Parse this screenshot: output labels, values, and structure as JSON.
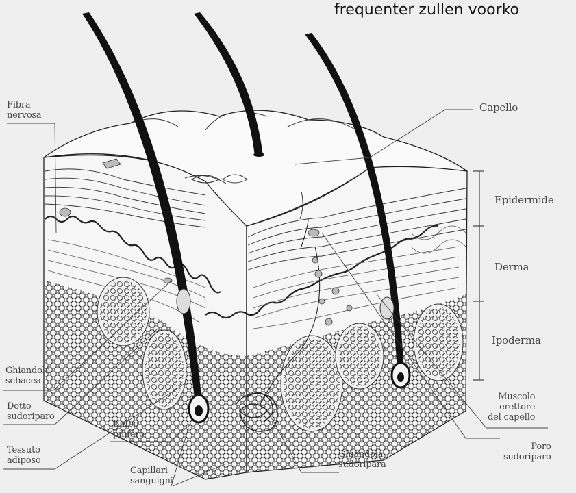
{
  "caption": "frequenter zullen voorko",
  "labels": {
    "fibra_nervosa": "Fibra\nnervosa",
    "capello": "Capello",
    "epidermide": "Epidermide",
    "derma": "Derma",
    "ipoderma": "Ipoderma",
    "ghiandola_sebacea": "Ghiandola\nsebacea",
    "dotto_sudoriparo": "Dotto\nsudoriparo",
    "tessuto_adiposo": "Tessuto\nadiposo",
    "bulbo_pilifero": "Bulbo\npilifero",
    "capillari_sanguigni": "Capillari\nsanguigni",
    "ghiandola_sudoripara": "Ghiandola\nsudoripara",
    "muscolo_erettore": "Muscolo\nerettore\ndel capello",
    "poro_sudoriparo": "Poro\nsudoriparo"
  },
  "colors": {
    "background": "#efefef",
    "ink": "#1a1a1a",
    "label": "#444444",
    "fill": "#f4f4f4"
  }
}
